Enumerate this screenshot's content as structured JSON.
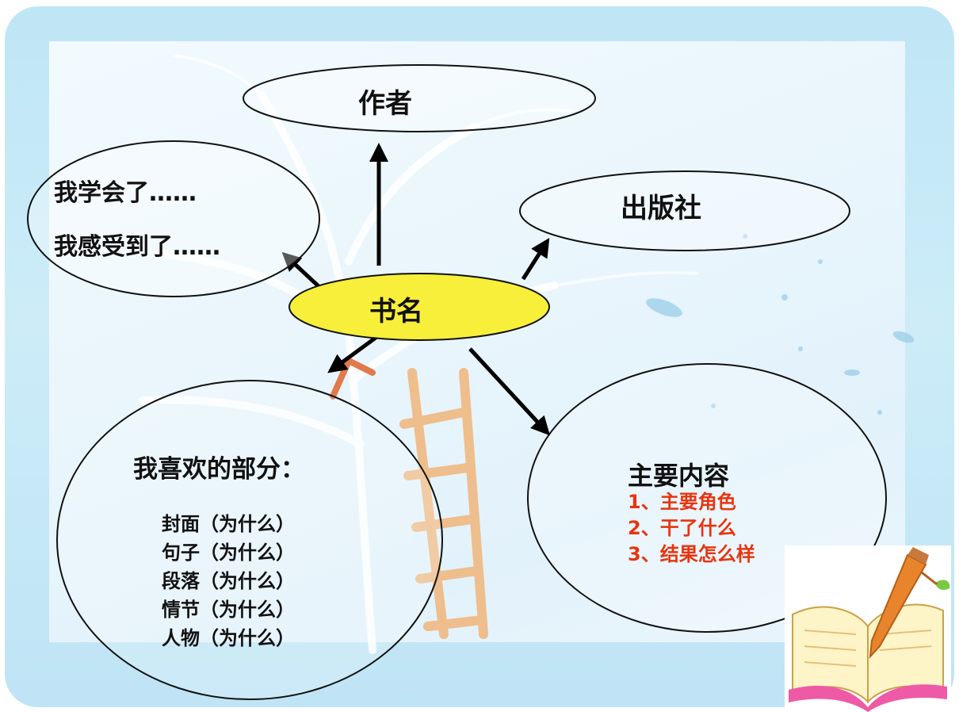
{
  "diagram": {
    "center": {
      "label": "书名"
    },
    "author": {
      "label": "作者"
    },
    "publisher": {
      "label": "出版社"
    },
    "learned": {
      "line1": "我学会了……",
      "line2": "我感受到了……"
    },
    "favorite": {
      "title": "我喜欢的部分：",
      "items": [
        "封面（为什么）",
        "句子（为什么）",
        "段落（为什么）",
        "情节（为什么）",
        "人物（为什么）"
      ]
    },
    "main_content": {
      "title": "主要内容",
      "items": [
        "1、主要角色",
        "2、干了什么",
        "3、结果怎么样"
      ]
    }
  },
  "colors": {
    "center_fill": "#f7ef3a",
    "main_items_text": "#e8340f",
    "frame": "#bfe6f6"
  },
  "icons": [
    "open-book-icon",
    "pencil-icon"
  ]
}
